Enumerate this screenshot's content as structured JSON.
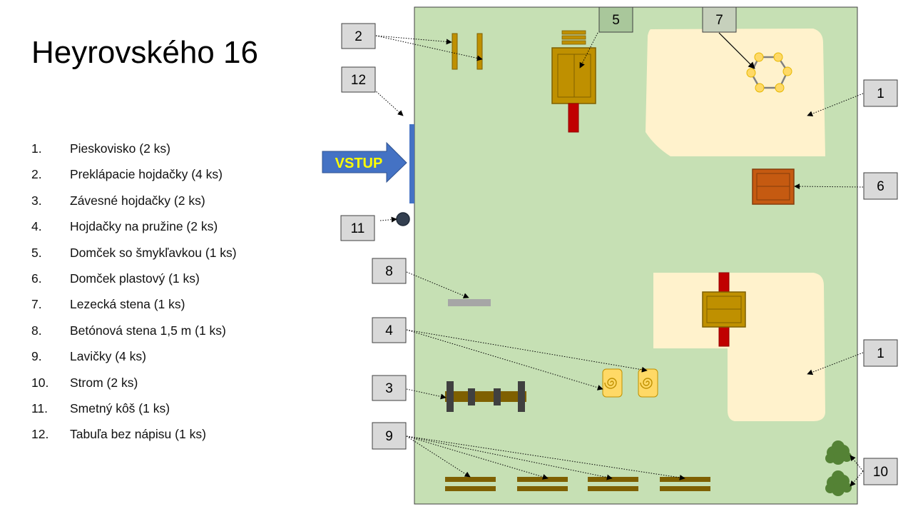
{
  "title": "Heyrovského 16",
  "legend": [
    {
      "num": "1.",
      "label": "Pieskovisko (2 ks)"
    },
    {
      "num": "2.",
      "label": "Preklápacie hojdačky (4 ks)"
    },
    {
      "num": "3.",
      "label": "Závesné hojdačky (2 ks)"
    },
    {
      "num": "4.",
      "label": "Hojdačky na pružine (2 ks)"
    },
    {
      "num": "5.",
      "label": "Domček so šmykľavkou (1 ks)"
    },
    {
      "num": "6.",
      "label": "Domček plastový (1 ks)"
    },
    {
      "num": "7.",
      "label": "Lezecká stena (1 ks)"
    },
    {
      "num": "8.",
      "label": "Betónová stena 1,5 m (1 ks)"
    },
    {
      "num": "9.",
      "label": "Lavičky (4 ks)"
    },
    {
      "num": "10.",
      "label": "Strom (2 ks)"
    },
    {
      "num": "11.",
      "label": "Smetný kôš (1 ks)"
    },
    {
      "num": "12.",
      "label": "Tabuľa bez nápisu (1 ks)"
    }
  ],
  "entrance": {
    "label": "VSTUP"
  },
  "badges": {
    "b1a": "1",
    "b1b": "1",
    "b2": "2",
    "b3": "3",
    "b4": "4",
    "b5": "5",
    "b6": "6",
    "b7": "7",
    "b8": "8",
    "b9": "9",
    "b10": "10",
    "b11": "11",
    "b12": "12"
  },
  "colors": {
    "grass": "#c6e0b4",
    "sand": "#fff2cc",
    "wood": "#bf9000",
    "red": "#c00000",
    "entrance": "#4472c4",
    "badge": "#d9d9d9",
    "badge_dark": "#a9c79b"
  }
}
